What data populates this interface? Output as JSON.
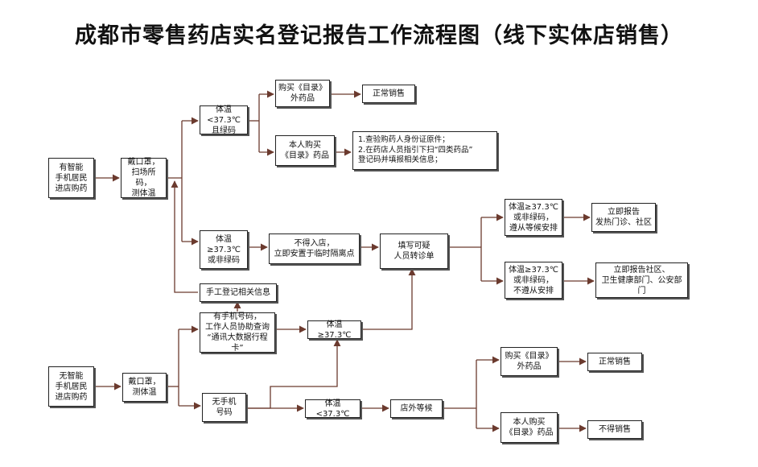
{
  "title": "成都市零售药店实名登记报告工作流程图（线下实体店销售）",
  "colors": {
    "arrow": "#6b3a2e",
    "border": "#222222",
    "shadow": "#555555"
  },
  "nodes": {
    "smart_resident": "有智能\n手机居民\n进店购药",
    "mask_scan_temp": "戴口罩，\n扫场所码，\n测体温",
    "temp_low_green": "体温<37.3℃\n且绿码",
    "buy_outside_catalog": "购买《目录》\n外药品",
    "normal_sale_1": "正常销售",
    "self_buy_catalog_1": "本人购买\n《目录》药品",
    "verify_steps": "1.查验购药人身份证原件；\n2.在药店人员指引下扫“四类药品”\n登记码并填报相关信息；",
    "temp_high_or_nongreen": "体温\n≥37.3℃\n或非绿码",
    "no_entry": "不得入店，\n立即安置于临时隔离点",
    "fill_transfer": "填写可疑\n人员转诊单",
    "high_comply": "体温≥37.3℃\n或非绿码，\n遵从等候安排",
    "report_fever_clinic": "立即报告\n发热门诊、社区",
    "high_noncomply": "体温≥37.3℃\n或非绿码，\n不遵从安排",
    "report_authorities": "立即报告社区、\n卫生健康部门、公安部门",
    "manual_register": "手工登记相关信息",
    "has_phone_number": "有手机号码，\n工作人员协助查询\n“通讯大数据行程卡”",
    "temp_high_2": "体温≥37.3℃",
    "nonsmart_resident": "无智能\n手机居民\n进店购药",
    "mask_temp": "戴口罩，\n测体温",
    "no_phone_number": "无手机\n号码",
    "temp_low_2": "体温<37.3℃",
    "wait_outside": "店外等候",
    "buy_outside_catalog_2": "购买《目录》\n外药品",
    "normal_sale_2": "正常销售",
    "self_buy_catalog_2": "本人购买\n《目录》药品",
    "no_sale": "不得销售"
  }
}
